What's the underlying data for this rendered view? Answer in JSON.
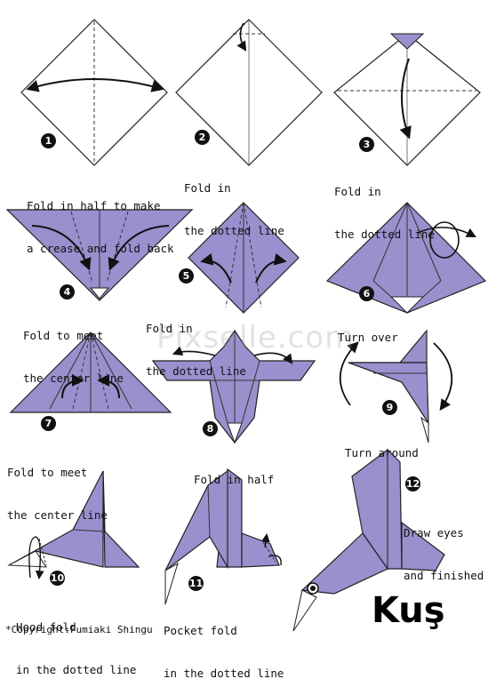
{
  "title": "Kuş",
  "copyright": "*Copyright:Fumiaki Shingu",
  "watermark": "Pixselle.com",
  "colors": {
    "paper": "#9b8fce",
    "paper_dark": "#8478bd",
    "line": "#222222"
  },
  "steps": [
    {
      "num": "1",
      "caption_lines": [
        "Fold in half to make",
        "a crease and fold back"
      ]
    },
    {
      "num": "2",
      "caption_lines": [
        "Fold in",
        "the dotted line"
      ]
    },
    {
      "num": "3",
      "caption_lines": [
        "Fold in",
        "the dotted line"
      ]
    },
    {
      "num": "4",
      "caption_lines": [
        "Fold to meet",
        "the center line"
      ]
    },
    {
      "num": "5",
      "caption_lines": [
        "Fold in",
        "the dotted line"
      ]
    },
    {
      "num": "6",
      "caption_lines": [
        "Turn over"
      ]
    },
    {
      "num": "7",
      "caption_lines": [
        "Fold to meet",
        "the center line"
      ]
    },
    {
      "num": "8",
      "caption_lines": [
        "Fold in half"
      ]
    },
    {
      "num": "9",
      "caption_lines": [
        "Turn around"
      ]
    },
    {
      "num": "10",
      "caption_lines": [
        "Hood fold",
        "in the dotted line"
      ]
    },
    {
      "num": "11",
      "caption_lines": [
        "Pocket fold",
        "in the dotted line"
      ]
    },
    {
      "num": "12",
      "caption_lines": [
        "Draw eyes",
        "and finished"
      ]
    }
  ]
}
